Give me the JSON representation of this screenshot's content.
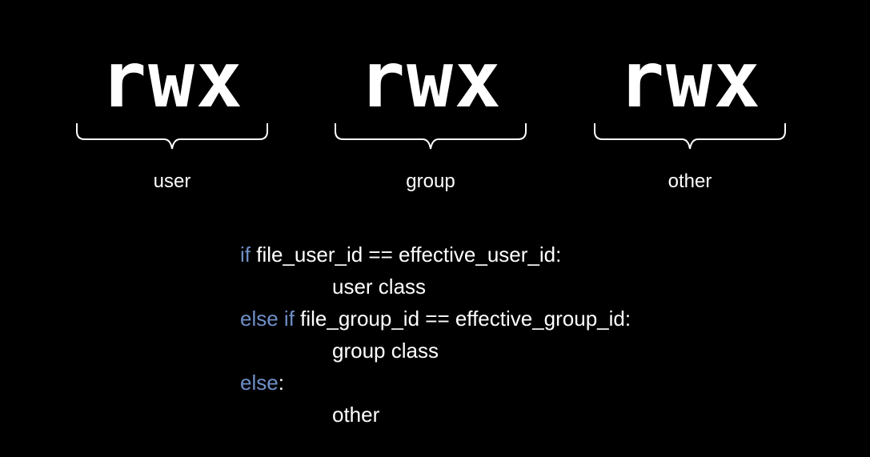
{
  "permissions": [
    {
      "text": "rwx",
      "label": "user"
    },
    {
      "text": "rwx",
      "label": "group"
    },
    {
      "text": "rwx",
      "label": "other"
    }
  ],
  "code": {
    "line1": {
      "kw": "if",
      "rest": " file_user_id == effective_user_id:"
    },
    "line2": {
      "text": "user class"
    },
    "line3": {
      "kw": "else if",
      "rest": " file_group_id == effective_group_id:"
    },
    "line4": {
      "text": "group class"
    },
    "line5": {
      "kw": "else",
      "rest": ":"
    },
    "line6": {
      "text": "other"
    }
  },
  "colors": {
    "background": "#000000",
    "text": "#ffffff",
    "keyword": "#6f8fc9"
  }
}
